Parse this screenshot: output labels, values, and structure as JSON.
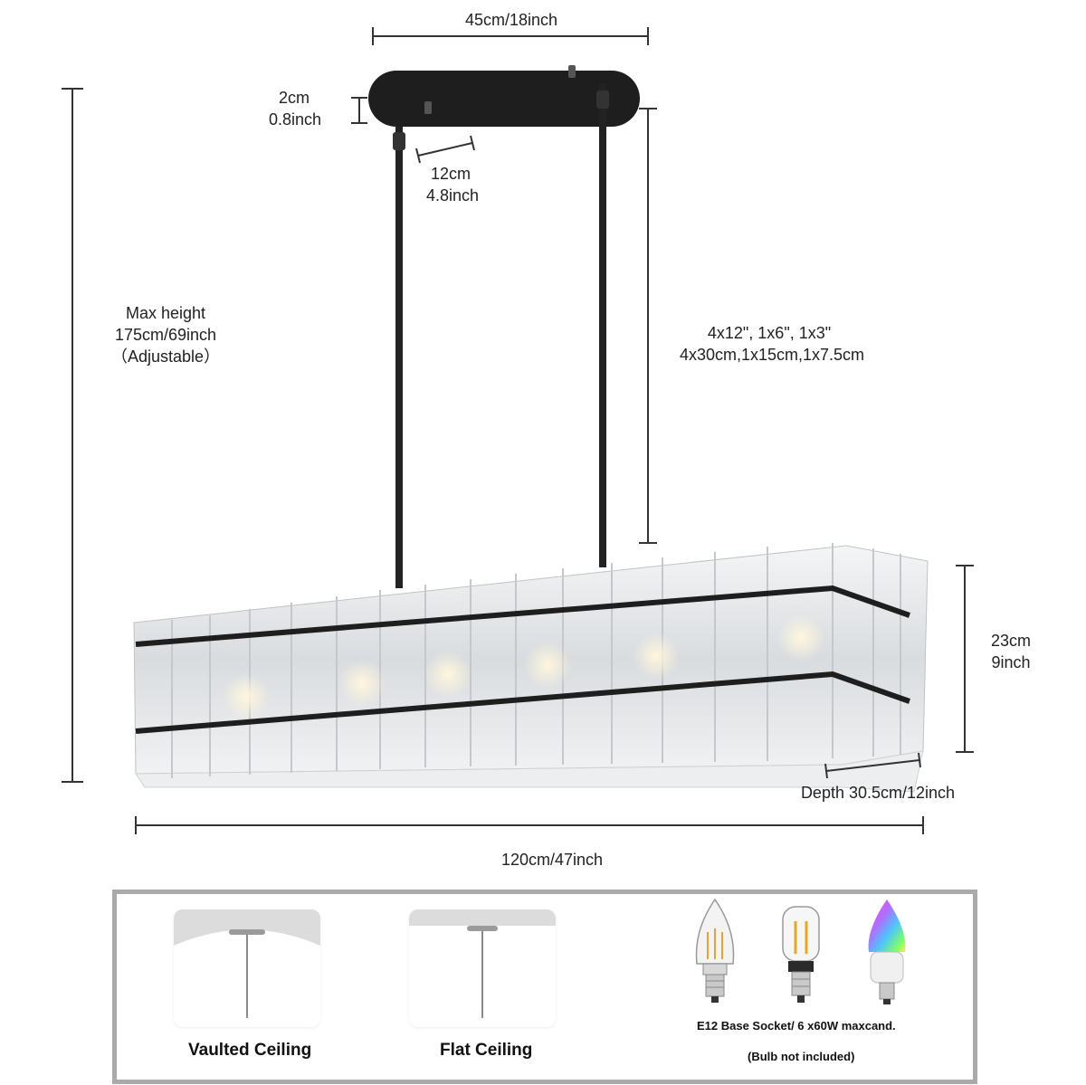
{
  "dimensions": {
    "canopy_width": "45cm/18inch",
    "canopy_height_cm": "2cm",
    "canopy_height_in": "0.8inch",
    "canopy_spacing_cm": "12cm",
    "canopy_spacing_in": "4.8inch",
    "max_height_line1": "Max height",
    "max_height_line2": "175cm/69inch",
    "max_height_line3": "（Adjustable）",
    "rods_line1": "4x12\", 1x6\", 1x3\"",
    "rods_line2": "4x30cm,1x15cm,1x7.5cm",
    "shade_height_cm": "23cm",
    "shade_height_in": "9inch",
    "depth": "Depth 30.5cm/12inch",
    "length": "120cm/47inch"
  },
  "options": {
    "vaulted_label": "Vaulted Ceiling",
    "flat_label": "Flat Ceiling",
    "bulb_socket_text": "E12 Base Socket/ 6 x60W  maxcand.",
    "bulb_note": "(Bulb not included)"
  },
  "icons": [
    "clear-candle-bulb-icon",
    "tubular-bulb-icon",
    "rgb-smart-bulb-icon"
  ],
  "colors": {
    "fixture_black": "#1e1e1e",
    "frame_gray": "#aaaaaa",
    "glass": "#e6e8ea"
  }
}
